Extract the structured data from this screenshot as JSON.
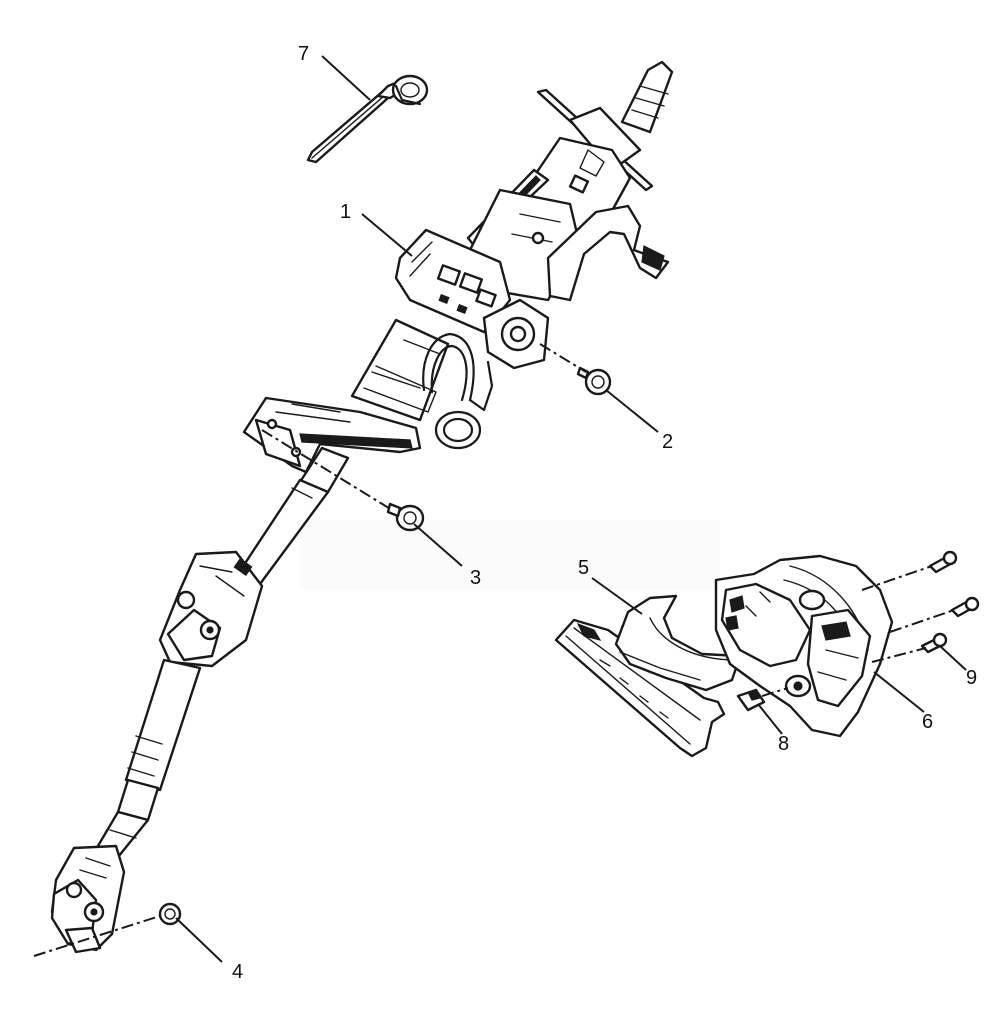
{
  "diagram": {
    "callouts": [
      {
        "id": "1",
        "label": "1"
      },
      {
        "id": "2",
        "label": "2"
      },
      {
        "id": "3",
        "label": "3"
      },
      {
        "id": "4",
        "label": "4"
      },
      {
        "id": "5",
        "label": "5"
      },
      {
        "id": "6",
        "label": "6"
      },
      {
        "id": "7",
        "label": "7"
      },
      {
        "id": "8",
        "label": "8"
      },
      {
        "id": "9",
        "label": "9"
      }
    ],
    "colors": {
      "line": "#1a1a1a",
      "background": "#ffffff",
      "label_3": "#2a1a1a"
    }
  }
}
